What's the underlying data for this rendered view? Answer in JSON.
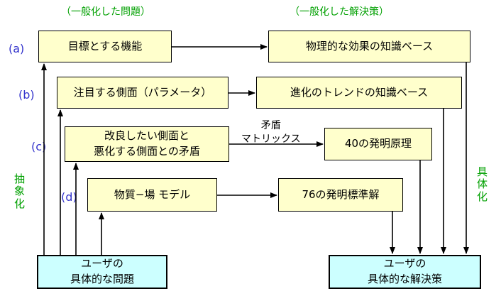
{
  "headers": {
    "general_problem": "（一般化した問題）",
    "general_solution": "（一般化した解決策）"
  },
  "labels": {
    "a": "(a)",
    "b": "(b)",
    "c": "(c)",
    "d": "(d)"
  },
  "side": {
    "abstraction": "抽象化",
    "concretization": "具体化"
  },
  "boxes": {
    "target_function": "目標とする機能",
    "physical_effects": "物理的な効果の知識ベース",
    "focus_aspect": "注目する側面（パラメータ）",
    "evolution_trends": "進化のトレンドの知識ベース",
    "contradiction_line1": "改良したい側面と",
    "contradiction_line2": "悪化する側面との矛盾",
    "principles40": "40の発明原理",
    "su_field": "物質−場 モデル",
    "standard76": "76の発明標準解",
    "user_problem_line1": "ユーザの",
    "user_problem_line2": "具体的な問題",
    "user_solution_line1": "ユーザの",
    "user_solution_line2": "具体的な解決策"
  },
  "matrix_note": {
    "line1": "矛盾",
    "line2": "マトリックス"
  }
}
